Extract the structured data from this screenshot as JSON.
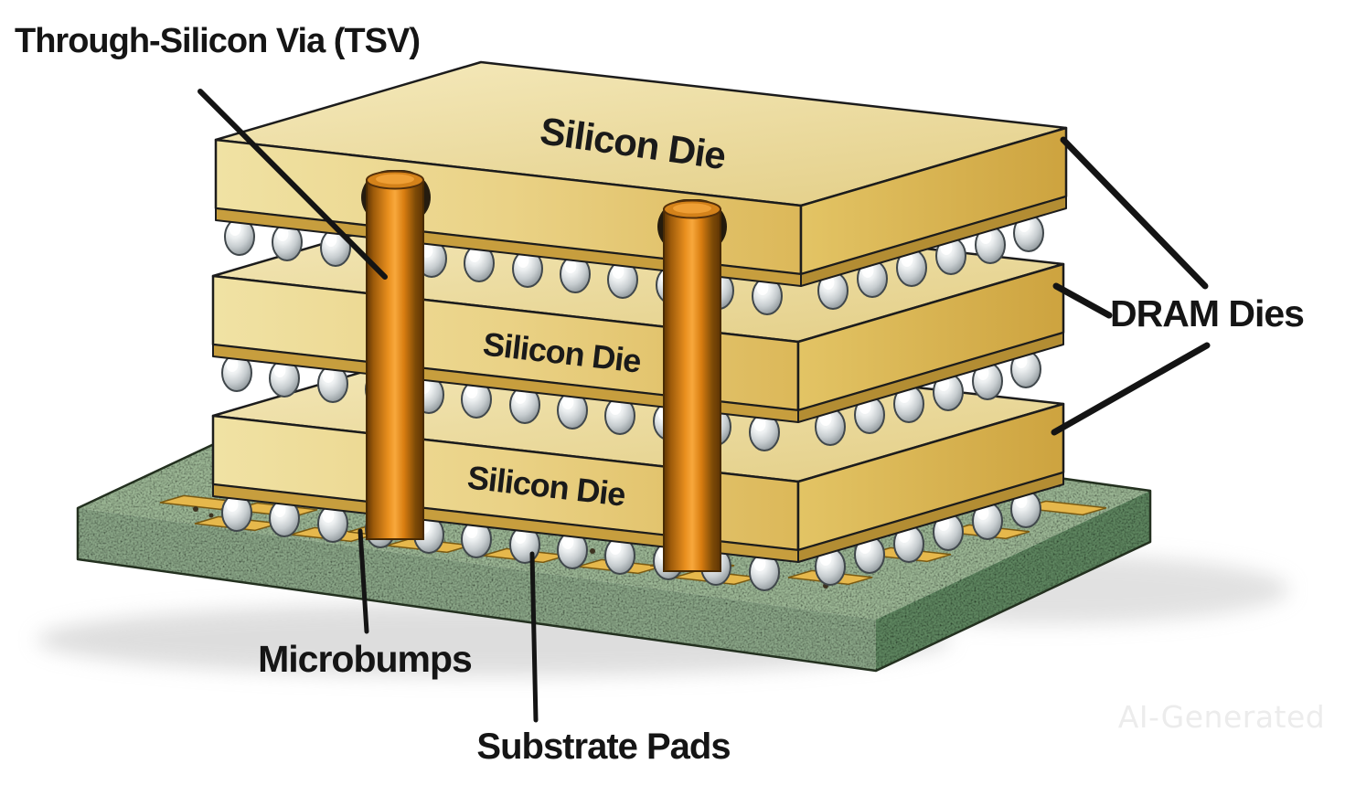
{
  "annotations": {
    "tsv": "Through-Silicon Via (TSV)",
    "dram_dies": "DRAM Dies",
    "microbumps": "Microbumps",
    "substrate_pads": "Substrate Pads"
  },
  "dies": [
    {
      "position": "top",
      "label": "Silicon Die"
    },
    {
      "position": "middle",
      "label": "Silicon Die"
    },
    {
      "position": "bottom",
      "label": "Silicon Die"
    }
  ],
  "watermark": "AI-Generated",
  "palette": {
    "background": "#ffffff",
    "die_top_face": "#f0e2a6",
    "die_front_face": "#e8d084",
    "die_right_face": "#d9b553",
    "die_bottom_strip": "#c79e3e",
    "tsv_copper": "#e98f1e",
    "microbump_silver": "#c6cccf",
    "substrate_top": "#9cb795",
    "substrate_front": "#8aa687",
    "substrate_right": "#5e8660",
    "pad_gold": "#e6b84c",
    "outline": "#1c1c1c",
    "annotation_text": "#151515",
    "watermark_gray": "#ececec"
  }
}
